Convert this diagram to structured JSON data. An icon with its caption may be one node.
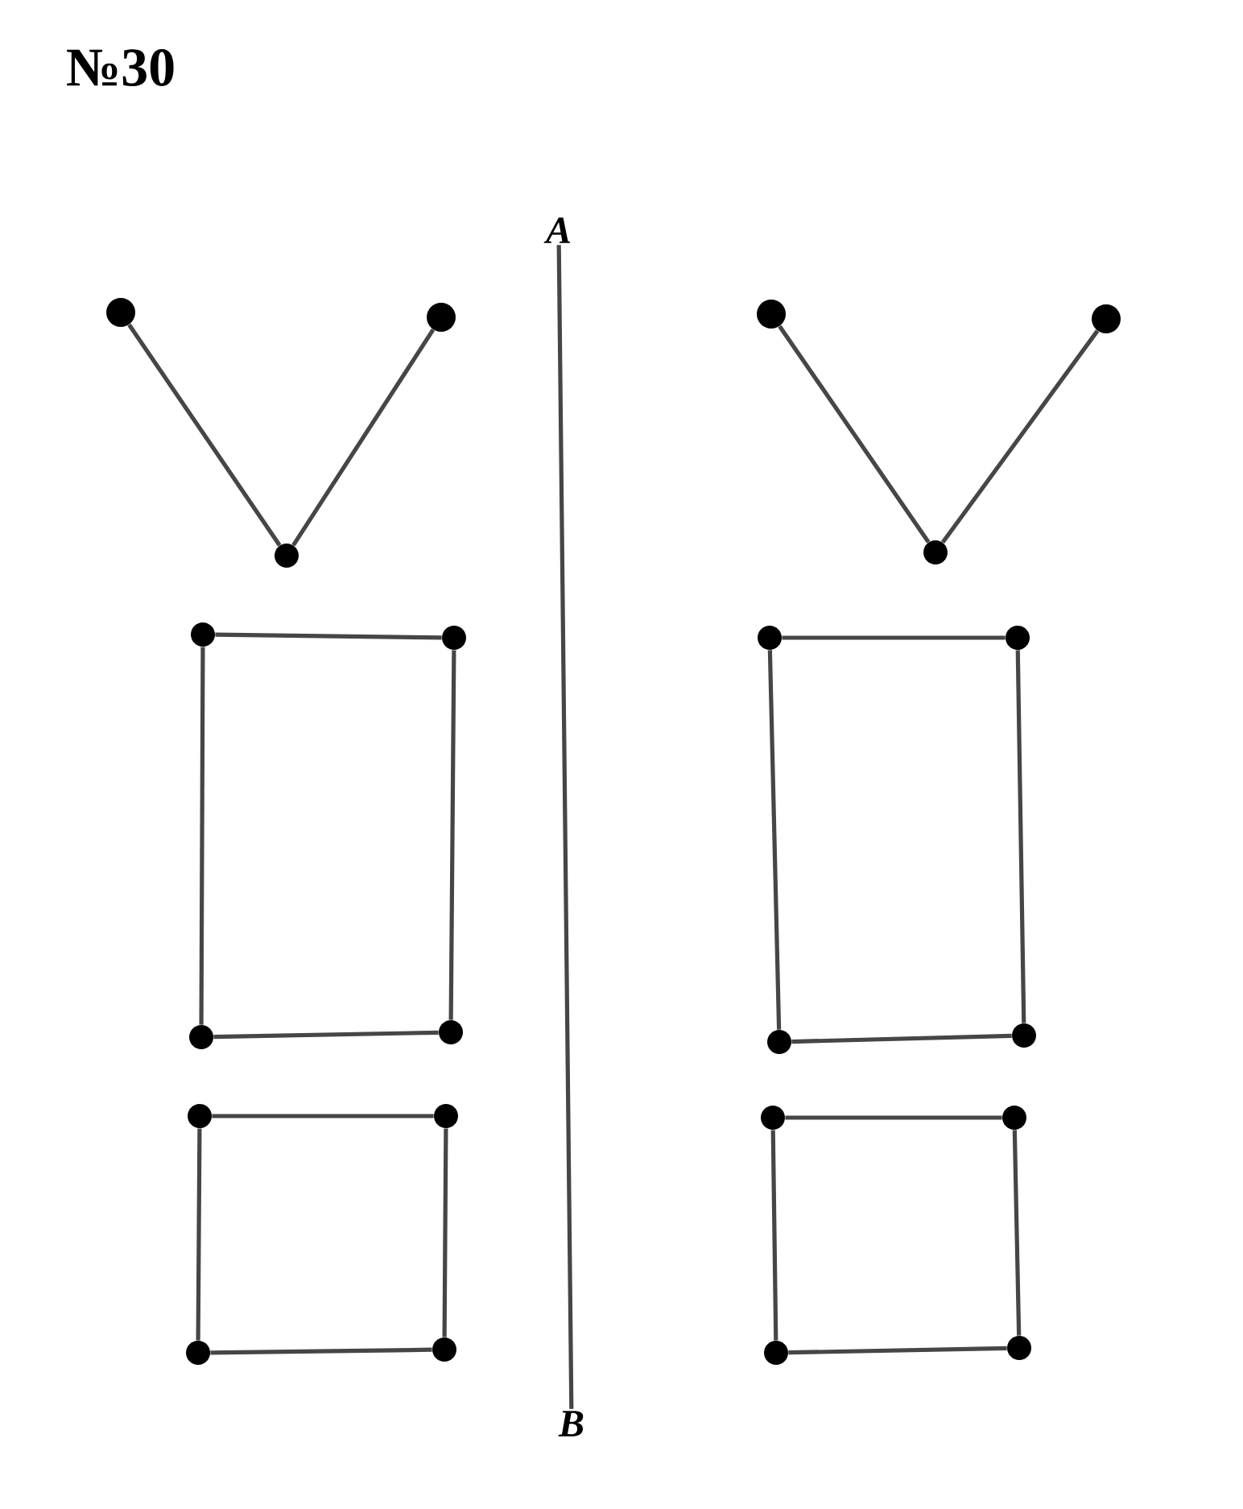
{
  "diagram": {
    "title": "№30",
    "nodes": [
      {
        "text": [
          "A"
        ]
      },
      {
        "text": [],
        "shape": "circle"
      },
      {
        "text": [],
        "shape": "circle"
      },
      {
        "text": [],
        "shape": "circle"
      },
      {
        "text": [],
        "shape": "circle"
      },
      {
        "text": [],
        "shape": "circle"
      },
      {
        "text": [],
        "shape": "circle"
      },
      {
        "text": [],
        "shape": "circle"
      },
      {
        "text": [],
        "shape": "circle"
      },
      {
        "text": [],
        "shape": "circle"
      },
      {
        "text": [],
        "shape": "circle"
      },
      {
        "text": [],
        "shape": "circle"
      },
      {
        "text": [],
        "shape": "circle"
      },
      {
        "text": [],
        "shape": "circle"
      },
      {
        "text": [],
        "shape": "circle"
      },
      {
        "text": [],
        "shape": "circle"
      },
      {
        "text": [],
        "shape": "circle"
      },
      {
        "text": [],
        "shape": "circle"
      },
      {
        "text": [],
        "shape": "circle"
      },
      {
        "text": [],
        "shape": "circle"
      },
      {
        "text": [],
        "shape": "circle"
      },
      {
        "text": [],
        "shape": "circle"
      },
      {
        "text": [],
        "shape": "circle"
      },
      {
        "text": [
          "B"
        ]
      }
    ],
    "edges": [
      {
        "from": 0,
        "to": 23,
        "arrow": "none"
      },
      {
        "from": 1,
        "to": 3,
        "arrow": "none"
      },
      {
        "from": 2,
        "to": 3,
        "arrow": "none"
      },
      {
        "from": 4,
        "to": 6,
        "arrow": "none"
      },
      {
        "from": 5,
        "to": 6,
        "arrow": "none"
      },
      {
        "from": 7,
        "to": 8,
        "arrow": "none"
      },
      {
        "from": 8,
        "to": 12,
        "arrow": "none"
      },
      {
        "from": 12,
        "to": 11,
        "arrow": "none"
      },
      {
        "from": 11,
        "to": 7,
        "arrow": "none"
      },
      {
        "from": 9,
        "to": 10,
        "arrow": "none"
      },
      {
        "from": 10,
        "to": 14,
        "arrow": "none"
      },
      {
        "from": 14,
        "to": 13,
        "arrow": "none"
      },
      {
        "from": 13,
        "to": 9,
        "arrow": "none"
      },
      {
        "from": 15,
        "to": 16,
        "arrow": "none"
      },
      {
        "from": 16,
        "to": 20,
        "arrow": "none"
      },
      {
        "from": 20,
        "to": 19,
        "arrow": "none"
      },
      {
        "from": 19,
        "to": 15,
        "arrow": "none"
      },
      {
        "from": 17,
        "to": 18,
        "arrow": "none"
      },
      {
        "from": 18,
        "to": 22,
        "arrow": "none"
      },
      {
        "from": 22,
        "to": 21,
        "arrow": "none"
      },
      {
        "from": 21,
        "to": 17,
        "arrow": "none"
      }
    ]
  }
}
